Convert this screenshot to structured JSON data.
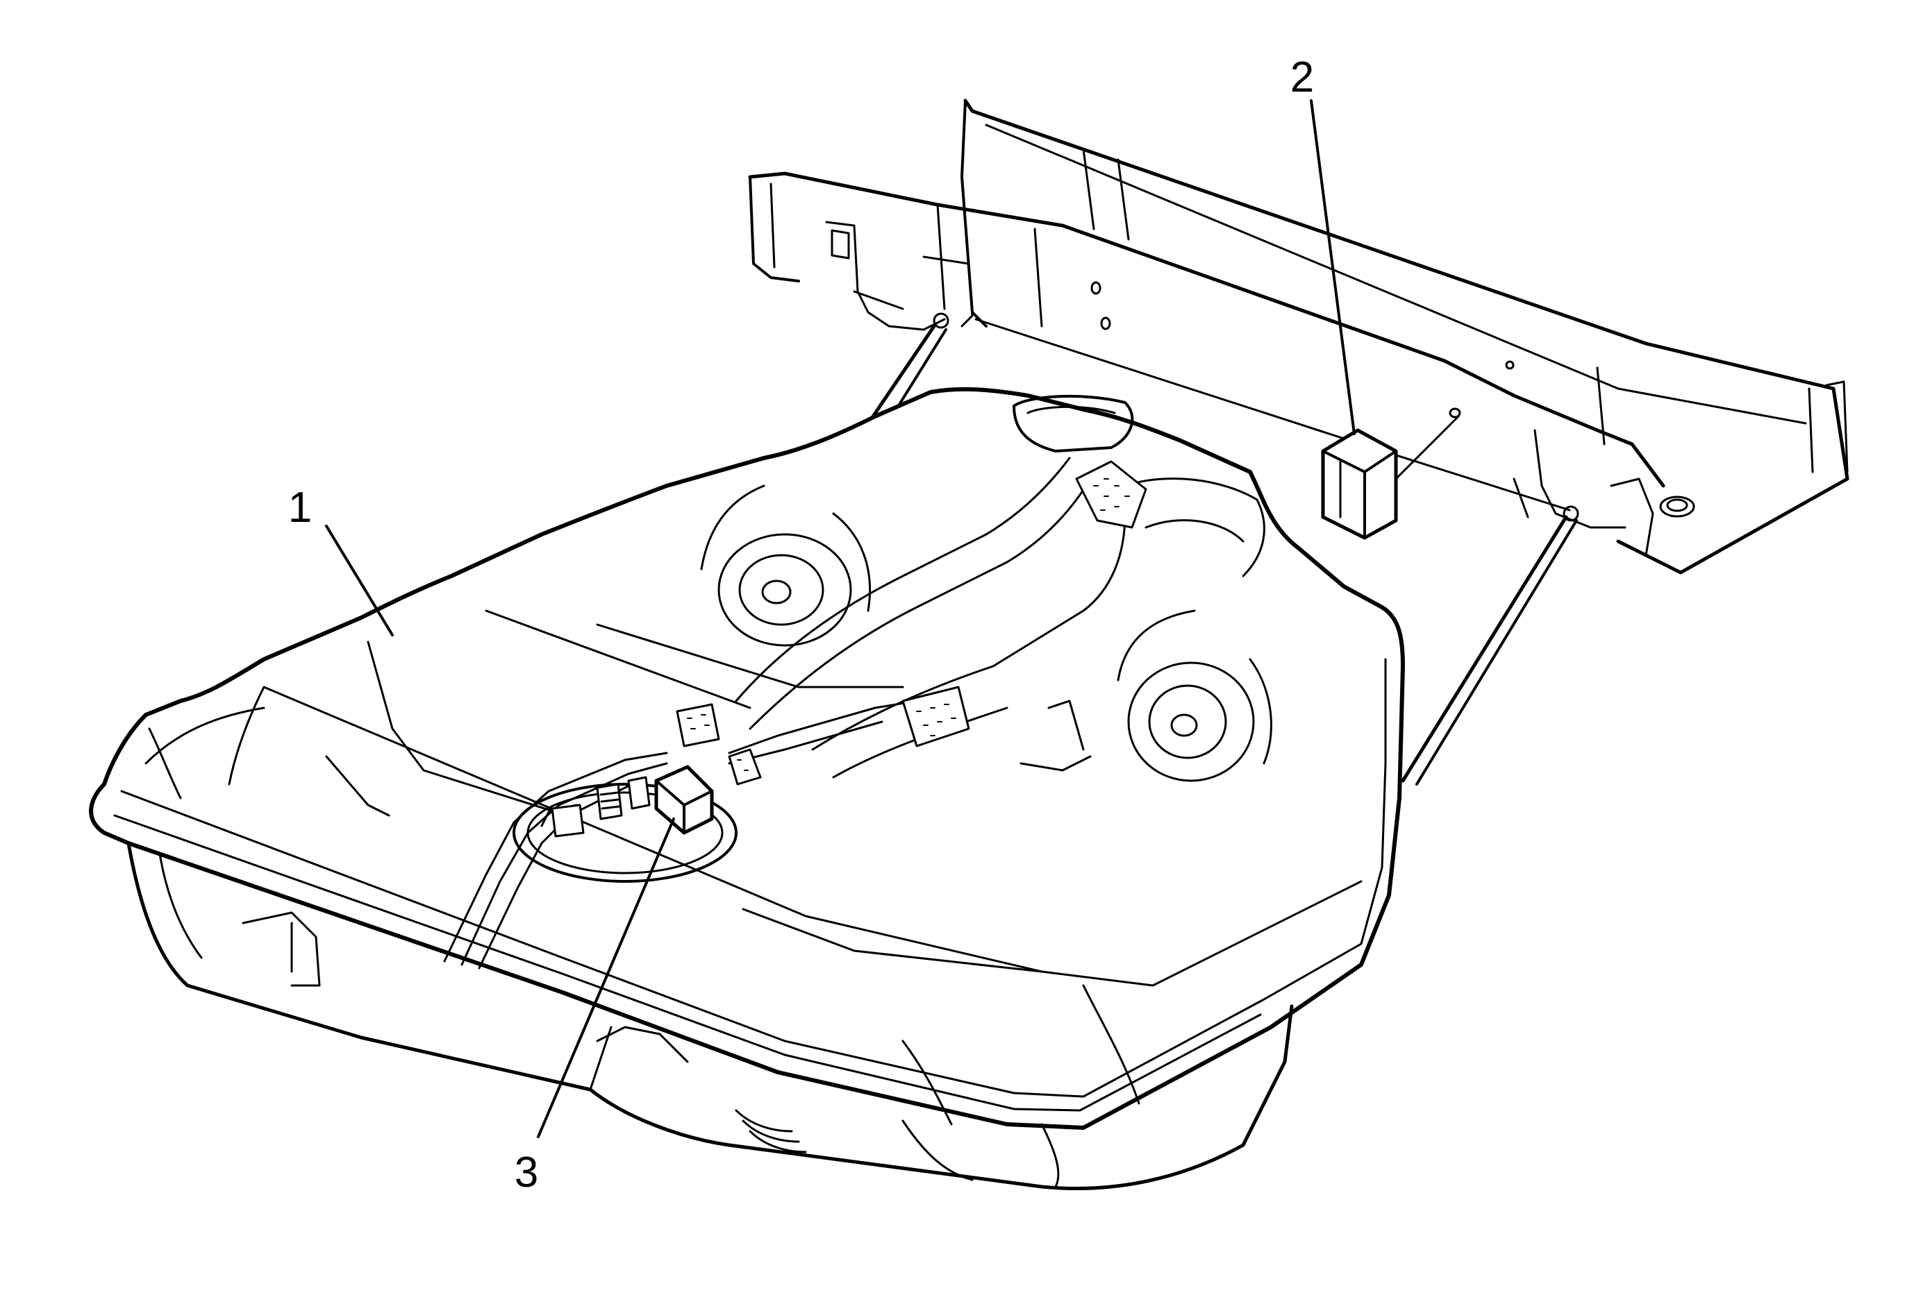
{
  "callouts": [
    {
      "id": "1",
      "label": "1"
    },
    {
      "id": "2",
      "label": "2"
    },
    {
      "id": "3",
      "label": "3"
    }
  ],
  "colors": {
    "line": "#000000",
    "background": "#ffffff",
    "tank_fill": "#ffffff"
  }
}
